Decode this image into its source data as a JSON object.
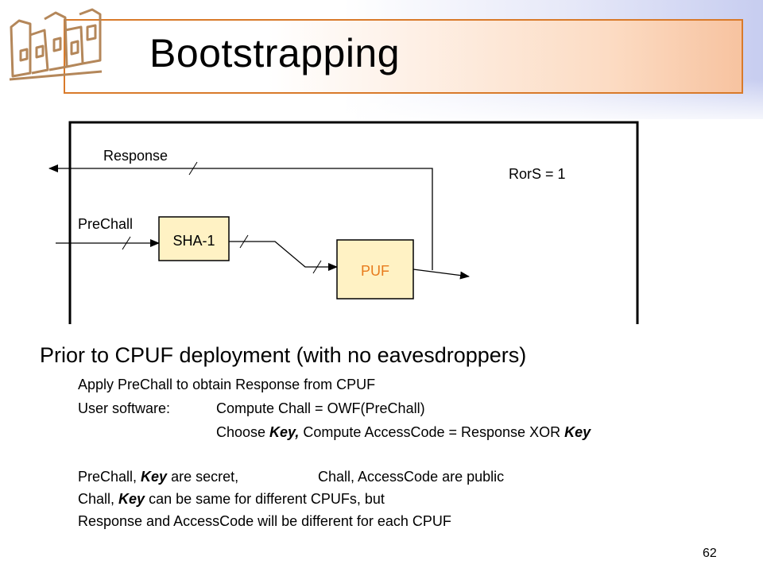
{
  "slide": {
    "title": "Bootstrapping",
    "page_number": "62"
  },
  "colors": {
    "title_border": "#d97a2a",
    "box_fill": "#fff2c4",
    "puf_text": "#e87b1c",
    "logo_stroke": "#b4875a"
  },
  "diagram": {
    "response_label": "Response",
    "rors_label": "RorS = 1",
    "prechall_label": "PreChall",
    "sha_label": "SHA-1",
    "puf_label": "PUF"
  },
  "body": {
    "heading": "Prior to CPUF deployment (with no eavesdroppers)",
    "line1": "Apply PreChall to obtain Response from CPUF",
    "line2_prefix": "User software:",
    "line2_rest": "Compute Chall = OWF(PreChall)",
    "line3_a": "Choose ",
    "line3_key": "Key,",
    "line3_b": " Compute AccessCode = Response XOR ",
    "line3_key2": "Key",
    "line4_a": "PreChall, ",
    "line4_key": "Key",
    "line4_b": " are secret,",
    "line4_c": "Chall, AccessCode are public",
    "line5_a": "Chall, ",
    "line5_key": "Key",
    "line5_b": " can be same for different CPUFs, but",
    "line6": "Response and AccessCode will be different for each CPUF"
  }
}
